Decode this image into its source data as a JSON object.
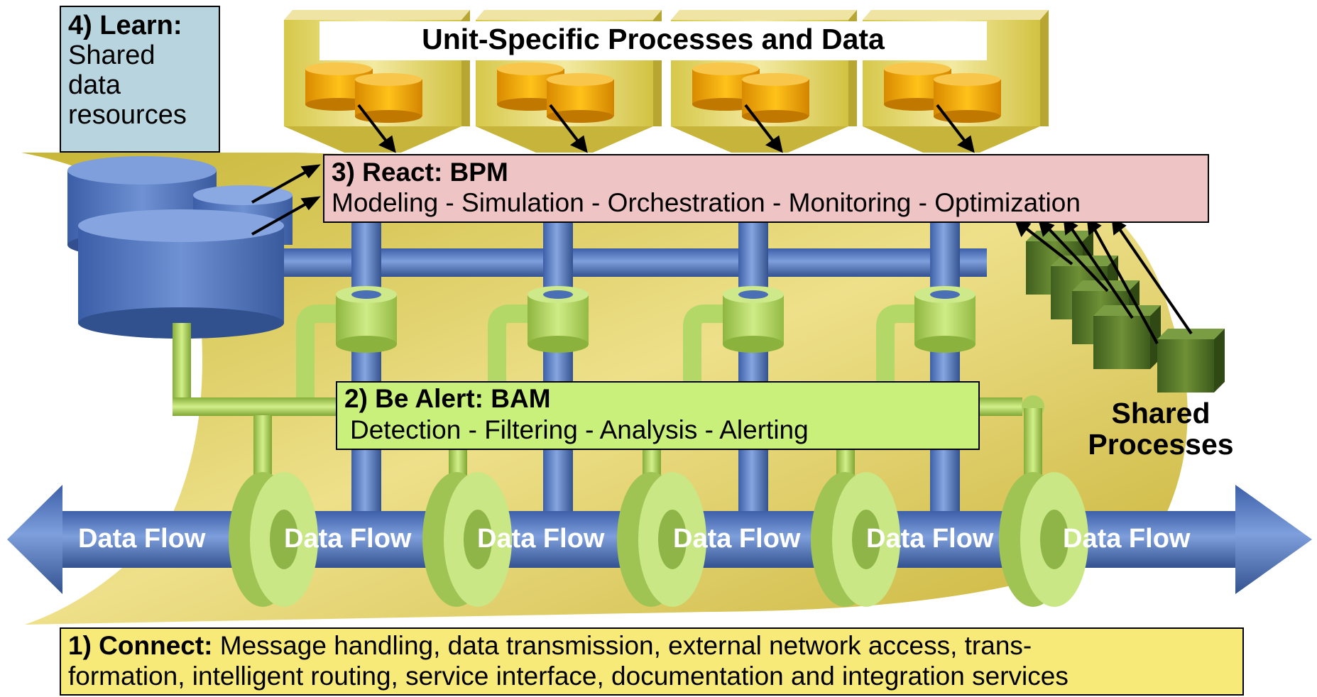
{
  "learn": {
    "title": "4) Learn:",
    "lines": [
      "Shared",
      "data",
      "resources"
    ]
  },
  "unit_specific": {
    "title": "Unit-Specific Processes and Data"
  },
  "react": {
    "title": "3) React: BPM",
    "steps": "Modeling - Simulation - Orchestration - Monitoring - Optimization"
  },
  "alert": {
    "title": "2) Be Alert: BAM",
    "steps": "Detection - Filtering - Analysis - Alerting"
  },
  "shared_processes": {
    "line1": "Shared",
    "line2": "Processes"
  },
  "data_flow_labels": [
    "Data Flow",
    "Data Flow",
    "Data Flow",
    "Data Flow",
    "Data Flow",
    "Data Flow"
  ],
  "connect": {
    "title": "1) Connect:",
    "text": " Message handling, data transmission, external network access, trans-",
    "text2": "formation, intelligent routing, service interface, documentation and integration services"
  },
  "colors": {
    "background_band": "#e8d86a",
    "pipe_blue": "#5b7fc2",
    "ring_green": "#a8d05a",
    "db_orange": "#f0a818",
    "react_box": "#efc4c4",
    "alert_box": "#c8f07a",
    "learn_box": "#b8d4de",
    "connect_box": "#f8ea78",
    "shared_block": "#4e6e26"
  }
}
